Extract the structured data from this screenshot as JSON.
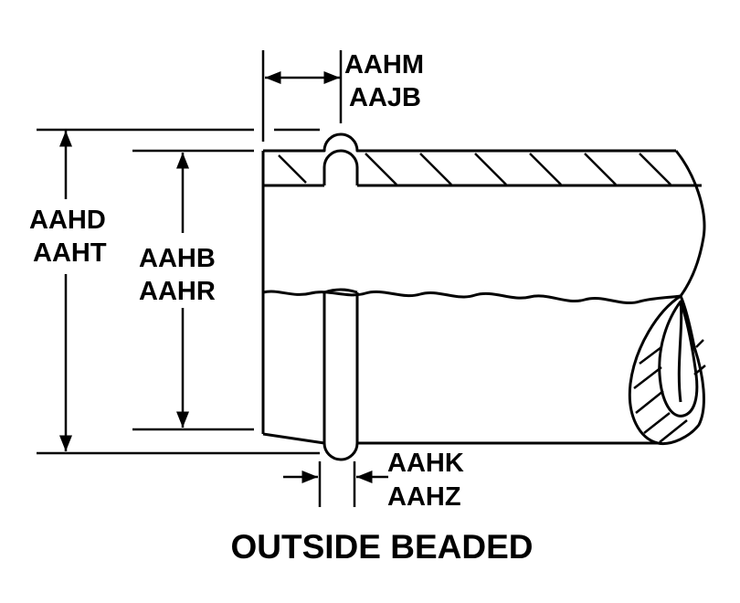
{
  "diagram": {
    "caption": "OUTSIDE BEADED",
    "labels": {
      "bead_width_top": [
        "AAHM",
        "AAJB"
      ],
      "outside_diameter": [
        "AAHD",
        "AAHT"
      ],
      "inside_diameter": [
        "AAHB",
        "AAHR"
      ],
      "bead_width_bottom": [
        "AAHK",
        "AAHZ"
      ]
    }
  }
}
